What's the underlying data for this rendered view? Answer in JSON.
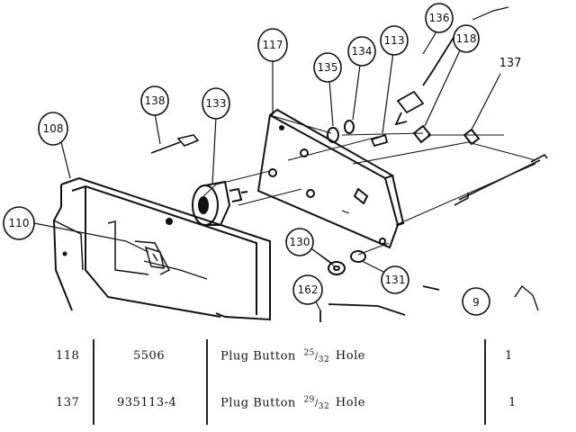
{
  "callouts": {
    "c108": "108",
    "c110": "110",
    "c138": "138",
    "c133": "133",
    "c117": "117",
    "c135": "135",
    "c134": "134",
    "c113": "113",
    "c136": "136",
    "c118": "118",
    "c137": "137",
    "c130": "130",
    "c131": "131",
    "c162": "162",
    "c9": "9"
  },
  "parts_table": {
    "rows": [
      {
        "ref": "118",
        "part_no": "5506",
        "description": "Plug Button",
        "size_num": "25",
        "size_den": "32",
        "size_suffix": "Hole",
        "qty": "1"
      },
      {
        "ref": "137",
        "part_no": "935113-4",
        "description": "Plug Button",
        "size_num": "29",
        "size_den": "32",
        "size_suffix": "Hole",
        "qty": "1"
      }
    ]
  }
}
